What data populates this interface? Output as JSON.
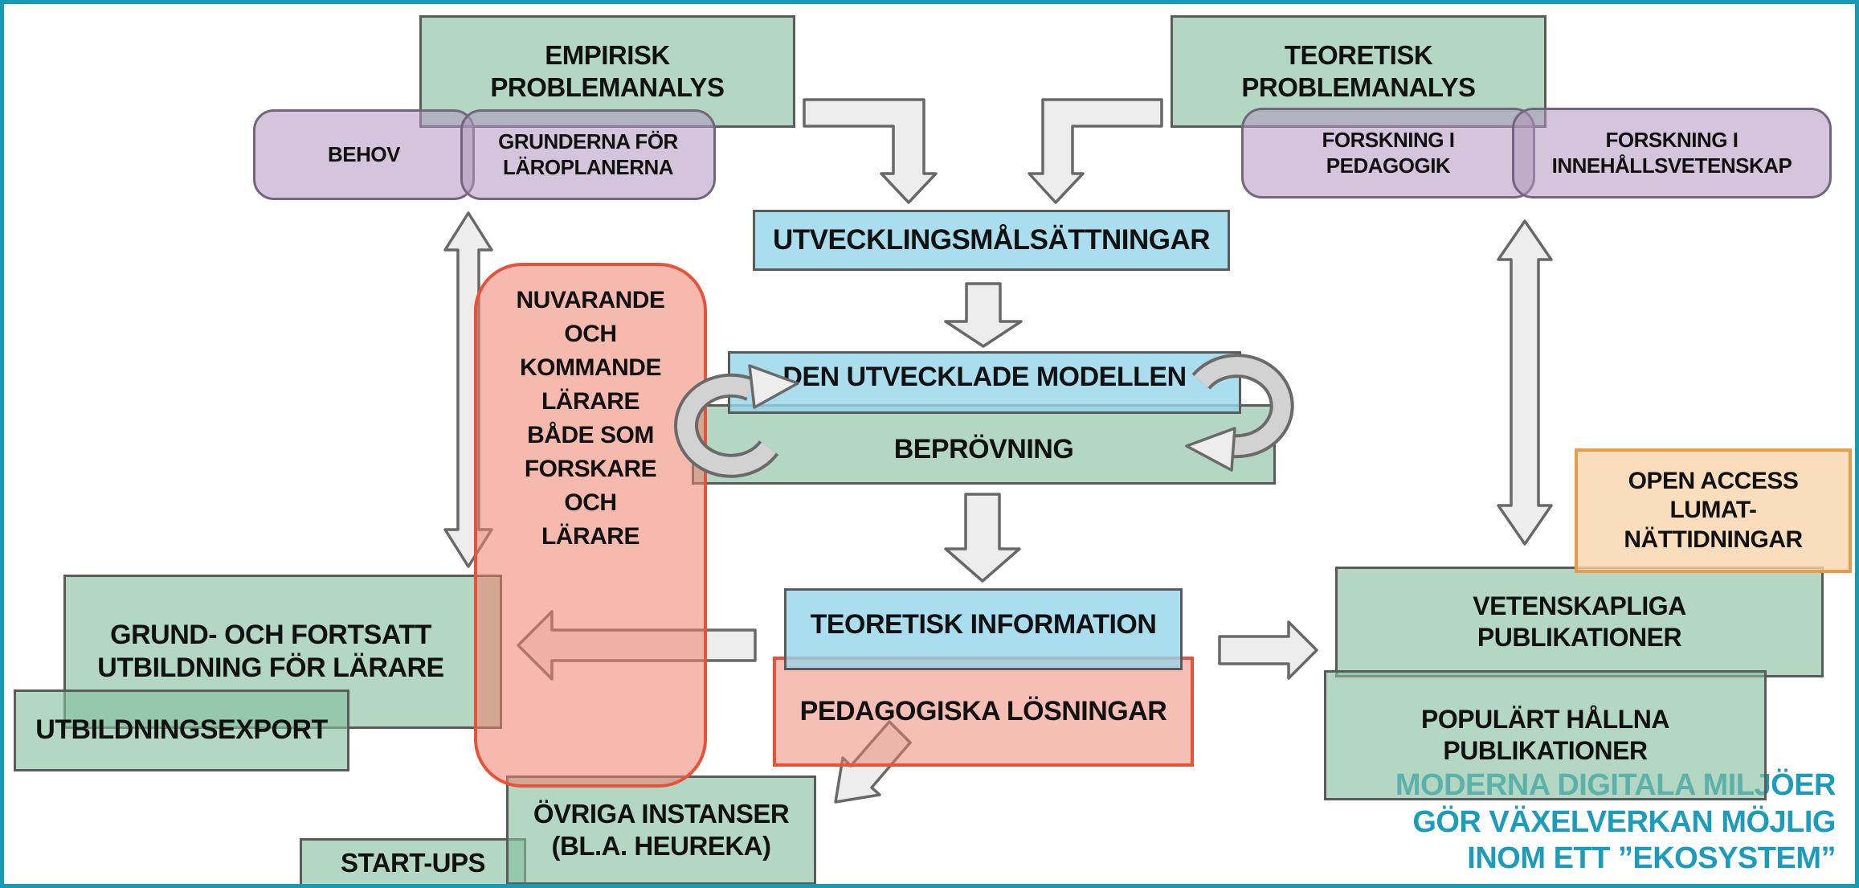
{
  "diagram": {
    "title": "LUMA research-development ecosystem diagram",
    "colors": {
      "canvas_border": "#189ab5",
      "green_fill": "#b3d7c3",
      "blue_fill": "#aadded",
      "purple_fill": "#d4c5dc",
      "red_fill": "#f5bdb0",
      "red_border": "#e8523a",
      "orange_fill": "#faddbd",
      "orange_border": "#ea9d49",
      "arrow_fill": "#ededed",
      "arrow_stroke": "#686868",
      "caption_text": "#1b9cbd"
    },
    "nodes": {
      "empirisk": "EMPIRISK\nPROBLEMANALYS",
      "teoretisk": "TEORETISK\nPROBLEMANALYS",
      "behov": "BEHOV",
      "grunderna": "GRUNDERNA FÖR\nLÄROPLANERNA",
      "forskning_pedagogik": "FORSKNING I\nPEDAGOGIK",
      "forskning_innehall": "FORSKNING I\nINNEHÅLLSVETENSKAP",
      "utvecklingsmal": "UTVECKLINGSMÅLSÄTTNINGAR",
      "modellen": "DEN UTVECKLADE MODELLEN",
      "beprovning": "BEPRÖVNING",
      "nuvarande": "NUVARANDE\nOCH\nKOMMANDE\nLÄRARE\nBÅDE SOM\nFORSKARE\nOCH\nLÄRARE",
      "teoretisk_info": "TEORETISK INFORMATION",
      "pedagogiska": "PEDAGOGISKA LÖSNINGAR",
      "grund_utbildning": "GRUND- OCH FORTSATT\nUTBILDNING FÖR LÄRARE",
      "utbildningsexport": "UTBILDNINGSEXPORT",
      "startups": "START-UPS",
      "ovriga_instanser": "ÖVRIGA INSTANSER\n(BL.A. HEUREKA)",
      "open_access": "OPEN ACCESS\nLUMAT-\nNÄTTIDNINGAR",
      "vetenskapliga": "VETENSKAPLIGA\nPUBLIKATIONER",
      "populart": "POPULÄRT HÅLLNA\nPUBLIKATIONER"
    },
    "caption": "MODERNA DIGITALA MILJÖER\nGÖR VÄXELVERKAN MÖJLIG\nINOM ETT ”EKOSYSTEM”"
  }
}
